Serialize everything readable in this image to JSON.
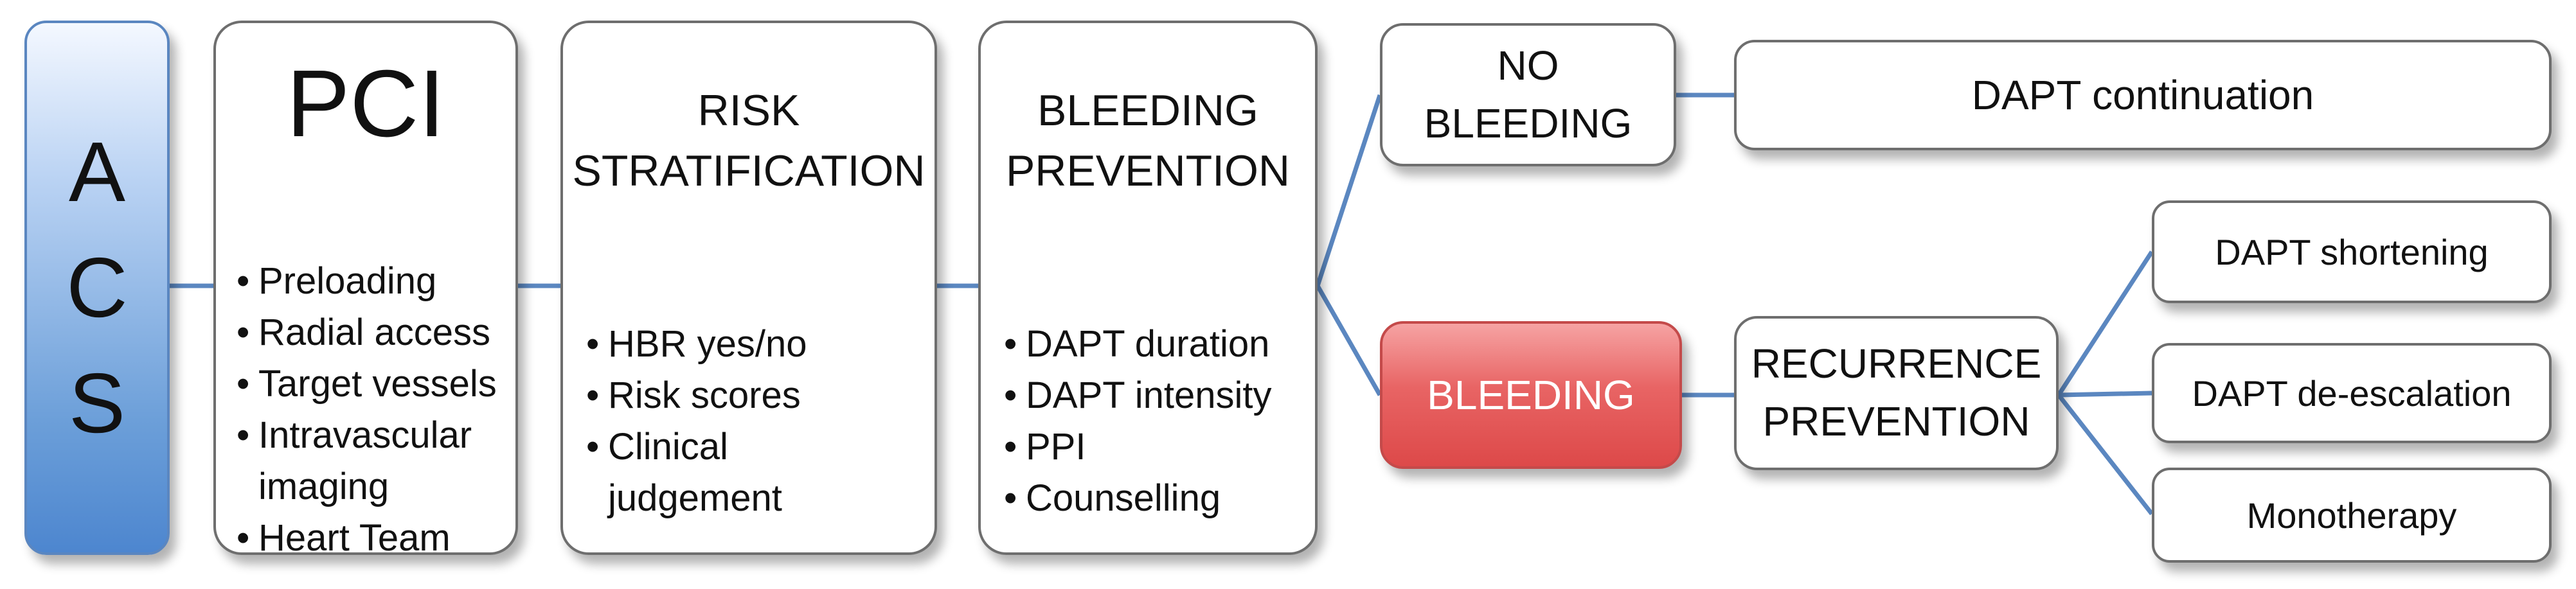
{
  "diagram": {
    "acs": {
      "letters": [
        "A",
        "C",
        "S"
      ]
    },
    "pci": {
      "title": "PCI",
      "items": [
        "Preloading",
        "Radial access",
        "Target vessels",
        "Intravascular imaging",
        "Heart Team"
      ]
    },
    "risk": {
      "title_line1": "RISK",
      "title_line2": "STRATIFICATION",
      "items": [
        "HBR yes/no",
        "Risk scores",
        "Clinical judgement"
      ]
    },
    "prevention": {
      "title_line1": "BLEEDING",
      "title_line2": "PREVENTION",
      "items": [
        "DAPT duration",
        "DAPT intensity",
        "PPI",
        "Counselling"
      ]
    },
    "no_bleeding": {
      "line1": "NO",
      "line2": "BLEEDING"
    },
    "dapt_continuation": "DAPT continuation",
    "bleeding": "BLEEDING",
    "recurrence": {
      "line1": "RECURRENCE",
      "line2": "PREVENTION"
    },
    "options": [
      "DAPT shortening",
      "DAPT de-escalation",
      "Monotherapy"
    ]
  },
  "colors": {
    "connector": "#5b87c0",
    "acs_fill": "#6c9fd9",
    "bleeding_fill": "#e25656",
    "box_border": "#6e6e6e"
  }
}
